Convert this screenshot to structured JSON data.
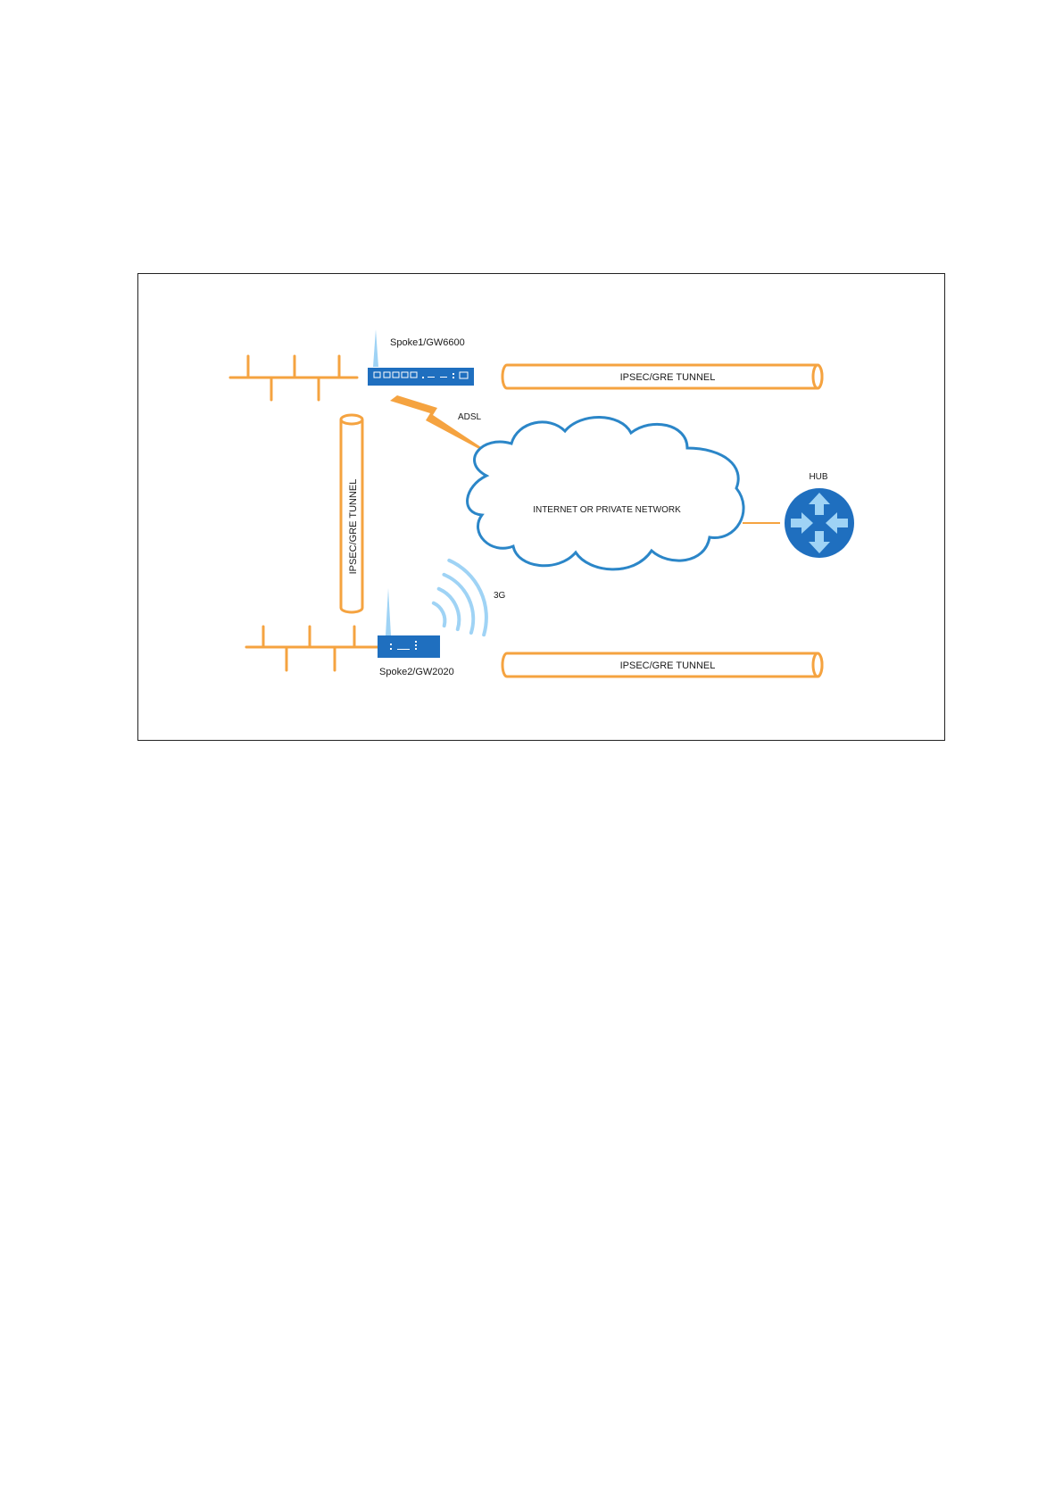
{
  "diagram": {
    "labels": {
      "spoke1": "Spoke1/GW6600",
      "spoke2": "Spoke2/GW2020",
      "adsl": "ADSL",
      "g3": "3G",
      "hub": "HUB",
      "cloud": "INTERNET OR PRIVATE NETWORK",
      "tunnel_top": "IPSEC/GRE TUNNEL",
      "tunnel_bottom": "IPSEC/GRE TUNNEL",
      "tunnel_vertical": "IPSEC/GRE TUNNEL"
    },
    "colors": {
      "tunnel": "#F5A340",
      "lan": "#F5A340",
      "cloud": "#2B86C8",
      "device": "#1F6FBF",
      "hub": "#1F6FBF",
      "hub_arrows": "#9FD3F5",
      "signal": "#9FD3F5",
      "antenna": "#9FD3F5"
    }
  }
}
